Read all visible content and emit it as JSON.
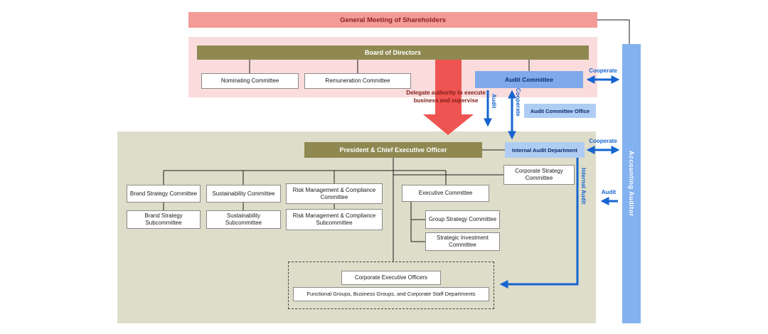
{
  "diagram": {
    "nodes": {
      "shareholders": {
        "label": "General Meeting of Shareholders"
      },
      "board": {
        "label": "Board of Directors"
      },
      "nominating": {
        "label": "Nominating Committee"
      },
      "remuneration": {
        "label": "Remuneration Committee"
      },
      "audit_committee": {
        "label": "Audit Committee"
      },
      "audit_committee_office": {
        "label": "Audit Committee Office"
      },
      "accounting_auditor": {
        "label": "Accounting Auditor"
      },
      "president": {
        "label": "President & Chief Executive Officer"
      },
      "internal_audit_department": {
        "label": "Internal Audit Department"
      },
      "corporate_strategy_committee": {
        "label": "Corporate Strategy Committee"
      },
      "brand_strategy_committee": {
        "label": "Brand Strategy Committee"
      },
      "brand_strategy_subcommittee": {
        "label": "Brand Strategy Subcommittee"
      },
      "sustainability_committee": {
        "label": "Sustainability Committee"
      },
      "sustainability_subcommittee": {
        "label": "Sustainability Subcommittee"
      },
      "risk_management_committee": {
        "label": "Risk Management & Compliance Committee"
      },
      "risk_management_subcommittee": {
        "label": "Risk Management & Compliance Subcommittee"
      },
      "executive_committee": {
        "label": "Executive Committee"
      },
      "group_strategy_committee": {
        "label": "Group Strategy Committee"
      },
      "strategic_investment_committee": {
        "label": "Strategic Investment Committee"
      },
      "corporate_executive_officers": {
        "label": "Corporate Executive Officers"
      },
      "functional_groups": {
        "label": "Functional Groups, Business Groups, and Corporate Staff Departments"
      }
    },
    "annotations": {
      "delegate_note": "Delegate authority to execute business and supervise",
      "cooperate_audit_committee": "Cooperate",
      "cooperate_internal_audit_department": "Cooperate",
      "cooperate_vertical": "Cooperate",
      "audit_down": "Audit",
      "audit_from_accounting_auditor": "Audit",
      "internal_audit": "Internal Audit"
    },
    "colors": {
      "shareholders_banner": "#F29B97",
      "banner_text": "#8B2020",
      "pink_panel": "#FBDCDC",
      "olive_bar": "#8F8951",
      "red_arrow": "#EE5451",
      "audit_committee_blue": "#7EA9EA",
      "light_blue_box": "#AFCDF2",
      "accounting_auditor_bar": "#84B1F0",
      "beige_panel": "#DEDDC9",
      "arrow_blue": "#1565D0",
      "navy_text": "#0A2A6E"
    }
  }
}
